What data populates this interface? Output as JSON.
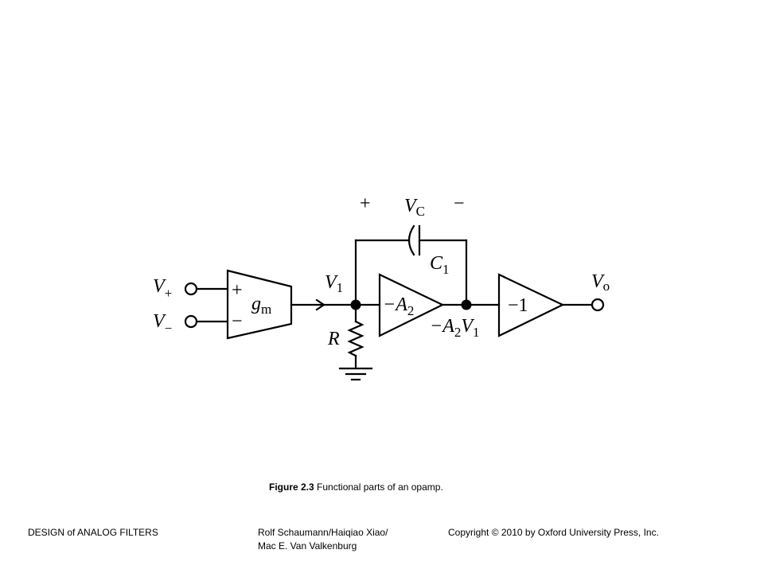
{
  "figure": {
    "number": "Figure 2.3",
    "title": " Functional parts of an opamp."
  },
  "labels": {
    "v_plus": {
      "main": "V",
      "sub": "+"
    },
    "v_minus": {
      "main": "V",
      "sub": "−"
    },
    "gm_plus": "+",
    "gm_minus": "−",
    "gm": {
      "main": "g",
      "sub": "m"
    },
    "v1": {
      "main": "V",
      "sub": "1"
    },
    "amp2": {
      "pre": "−A",
      "sub": "2"
    },
    "unity": "−1",
    "vo": {
      "main": "V",
      "sub": "o"
    },
    "r": "R",
    "vc_plus": "+",
    "vc": {
      "main": "V",
      "sub": "C"
    },
    "vc_minus": "−",
    "c1": {
      "main": "C",
      "sub": "1"
    },
    "a2v1": {
      "pre": "−A",
      "sub1": "2",
      "mid": "V",
      "sub2": "1"
    }
  },
  "footer": {
    "left": "DESIGN of ANALOG FILTERS",
    "mid_line1": "Rolf Schaumann/Haiqiao Xiao/",
    "mid_line2": "Mac E. Van Valkenburg",
    "right": "Copyright © 2010 by Oxford University Press, Inc."
  }
}
